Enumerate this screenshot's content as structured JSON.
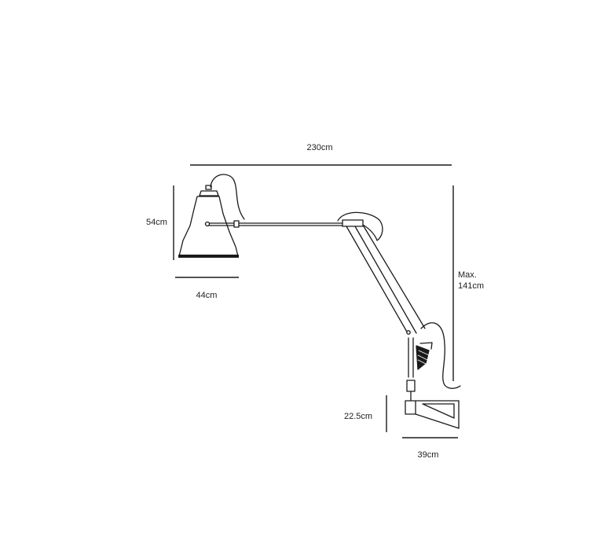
{
  "dimensions": {
    "total_width": "230cm",
    "shade_height": "54cm",
    "shade_width": "44cm",
    "max_height_line1": "Max.",
    "max_height_line2": "141cm",
    "bracket_height": "22.5cm",
    "bracket_width": "39cm"
  },
  "colors": {
    "line": "#1a1a1a",
    "label": "#222222",
    "background": "#ffffff"
  }
}
